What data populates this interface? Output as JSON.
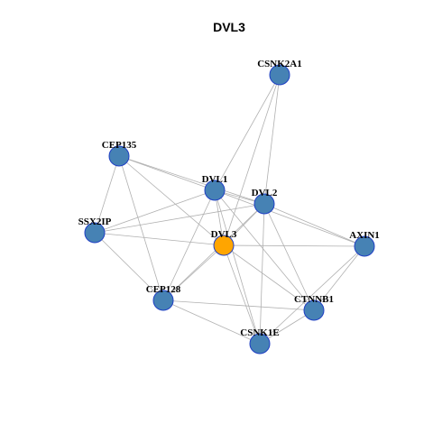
{
  "title": "DVL3",
  "colors": {
    "node_fill": "#4682b4",
    "focus_fill": "#ffa500",
    "node_stroke": "#1f3fc4",
    "edge": "#b0b0b0"
  },
  "nodes": [
    {
      "id": "CSNK2A1",
      "label": "CSNK2A1",
      "focus": false
    },
    {
      "id": "CEP135",
      "label": "CEP135",
      "focus": false
    },
    {
      "id": "DVL1",
      "label": "DVL1",
      "focus": false
    },
    {
      "id": "DVL2",
      "label": "DVL2",
      "focus": false
    },
    {
      "id": "SSX2IP",
      "label": "SSX2IP",
      "focus": false
    },
    {
      "id": "DVL3",
      "label": "DVL3",
      "focus": true
    },
    {
      "id": "AXIN1",
      "label": "AXIN1",
      "focus": false
    },
    {
      "id": "CEP128",
      "label": "CEP128",
      "focus": false
    },
    {
      "id": "CTNNB1",
      "label": "CTNNB1",
      "focus": false
    },
    {
      "id": "CSNK1E",
      "label": "CSNK1E",
      "focus": false
    }
  ],
  "edges": [
    [
      "CSNK2A1",
      "DVL1"
    ],
    [
      "CSNK2A1",
      "DVL2"
    ],
    [
      "CSNK2A1",
      "DVL3"
    ],
    [
      "CEP135",
      "DVL1"
    ],
    [
      "CEP135",
      "DVL2"
    ],
    [
      "CEP135",
      "DVL3"
    ],
    [
      "CEP135",
      "SSX2IP"
    ],
    [
      "CEP135",
      "CEP128"
    ],
    [
      "DVL1",
      "DVL2"
    ],
    [
      "DVL1",
      "DVL3"
    ],
    [
      "DVL1",
      "SSX2IP"
    ],
    [
      "DVL1",
      "AXIN1"
    ],
    [
      "DVL1",
      "CEP128"
    ],
    [
      "DVL1",
      "CTNNB1"
    ],
    [
      "DVL1",
      "CSNK1E"
    ],
    [
      "DVL2",
      "DVL3"
    ],
    [
      "DVL2",
      "SSX2IP"
    ],
    [
      "DVL2",
      "AXIN1"
    ],
    [
      "DVL2",
      "CEP128"
    ],
    [
      "DVL2",
      "CTNNB1"
    ],
    [
      "DVL2",
      "CSNK1E"
    ],
    [
      "SSX2IP",
      "DVL3"
    ],
    [
      "SSX2IP",
      "CEP128"
    ],
    [
      "DVL3",
      "AXIN1"
    ],
    [
      "DVL3",
      "CTNNB1"
    ],
    [
      "DVL3",
      "CSNK1E"
    ],
    [
      "DVL3",
      "CEP128"
    ],
    [
      "AXIN1",
      "CTNNB1"
    ],
    [
      "AXIN1",
      "CSNK1E"
    ],
    [
      "CEP128",
      "CTNNB1"
    ],
    [
      "CEP128",
      "CSNK1E"
    ],
    [
      "CTNNB1",
      "CSNK1E"
    ]
  ]
}
